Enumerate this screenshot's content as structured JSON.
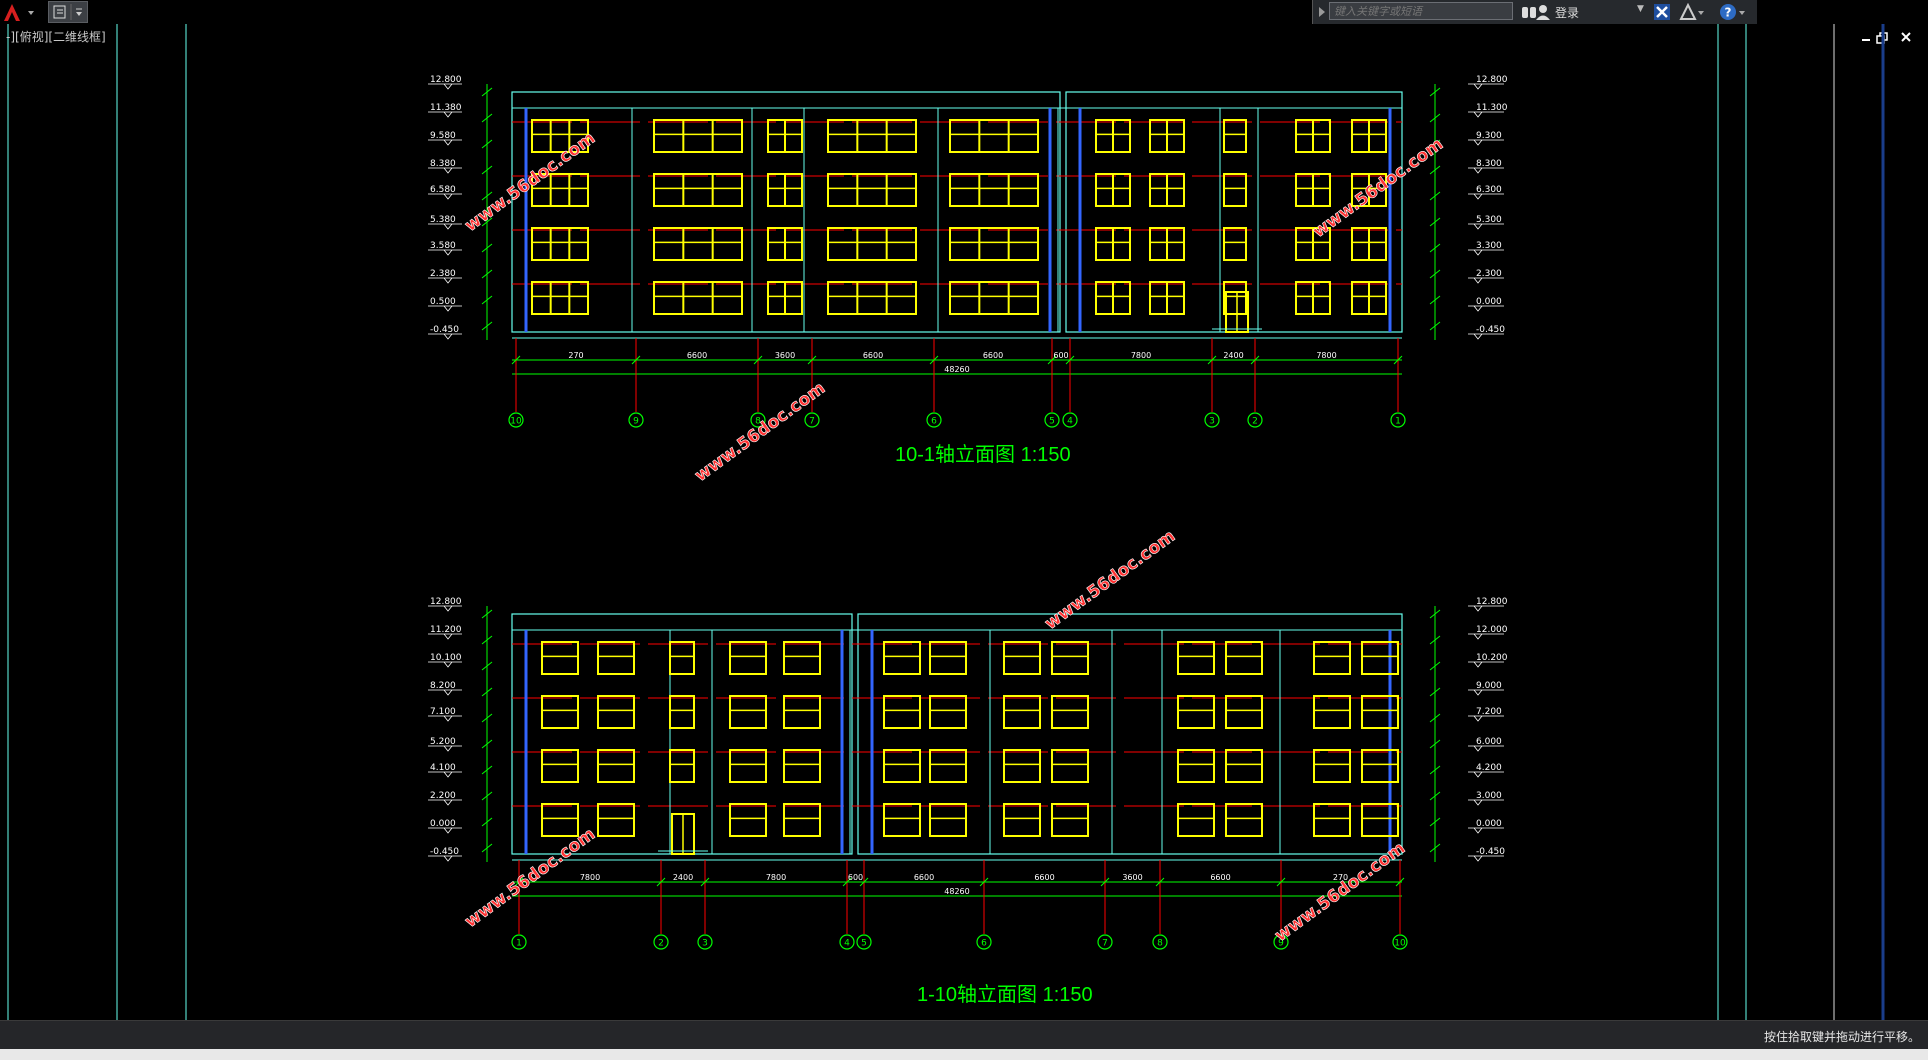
{
  "viewport": {
    "label": "-][俯视][二维线框]"
  },
  "search": {
    "placeholder": "键入关键字或短语"
  },
  "header": {
    "login_label": "登录"
  },
  "status": {
    "text": "按住拾取键并拖动进行平移。"
  },
  "drawing_top": {
    "title": "10-1轴立面图  1:150",
    "elevations_left": [
      "12.800",
      "11.380",
      "9.580",
      "8.380",
      "6.580",
      "5.380",
      "3.580",
      "2.380",
      "0.500",
      "-0.450"
    ],
    "elevations_right": [
      "12.800",
      "11.300",
      "9.300",
      "8.300",
      "6.300",
      "5.300",
      "3.300",
      "2.300",
      "0.000",
      "-0.450"
    ],
    "dims": [
      "270",
      "6600",
      "3600",
      "6600",
      "6600",
      "600",
      "7800",
      "2400",
      "7800"
    ],
    "total": "48260",
    "axes": [
      "10",
      "9",
      "8",
      "7",
      "6",
      "5",
      "4",
      "3",
      "2",
      "1"
    ]
  },
  "drawing_bottom": {
    "title": "1-10轴立面图  1:150",
    "elevations_left": [
      "12.800",
      "11.200",
      "10.100",
      "8.200",
      "7.100",
      "5.200",
      "4.100",
      "2.200",
      "0.000",
      "-0.450"
    ],
    "elevations_right": [
      "12.800",
      "12.000",
      "10.200",
      "9.000",
      "7.200",
      "6.000",
      "4.200",
      "3.000",
      "0.000",
      "-0.450"
    ],
    "dims": [
      "7800",
      "2400",
      "7800",
      "600",
      "6600",
      "6600",
      "3600",
      "6600",
      "270"
    ],
    "total": "48260",
    "axes": [
      "1",
      "2",
      "3",
      "4",
      "5",
      "6",
      "7",
      "8",
      "9",
      "10"
    ]
  },
  "watermark": "www.56doc.com",
  "colors": {
    "frame": "#66ffee",
    "window": "#ffff00",
    "dim": "#00ff00",
    "floor": "#ff0000",
    "column": "#3366ff",
    "text": "#ffffff",
    "watermark": "#ff3333"
  }
}
